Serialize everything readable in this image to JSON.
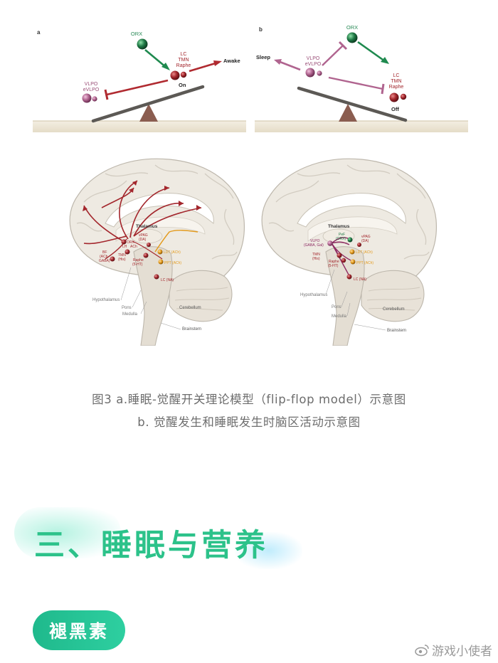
{
  "figure_a": {
    "label": "a",
    "orx": "ORX",
    "lc": "LC",
    "tmn": "TMN",
    "raphe": "Raphe",
    "awake": "Awake",
    "state": "On",
    "vlpo": "VLPO",
    "evlpo": "eVLPO"
  },
  "figure_b": {
    "label": "b",
    "orx": "ORX",
    "sleep": "Sleep",
    "vlpo": "VLPO",
    "evlpo": "eVLPO",
    "lc": "LC",
    "tmn": "TMN",
    "raphe": "Raphe",
    "state": "Off"
  },
  "brain_left": {
    "thalamus": "Thalamus",
    "vpag": "vPAG",
    "vpag_da": "(DA)",
    "orx": "ORX",
    "orx_lh": "LH",
    "orx_ach": "ACh",
    "bf": "BF",
    "bf_ach": "(ACh",
    "bf_gaba": "GABA)",
    "tmn": "TMN",
    "tmn_his": "(His)",
    "ldt": "LDT (ACh)",
    "raphe": "Raphe",
    "raphe_5ht": "(5-HT)",
    "ppt": "PPT (ACh)",
    "lc": "LC (NA)",
    "hypothalamus": "Hypothalamus",
    "pons": "Pons",
    "medulla": "Medulla",
    "cerebellum": "Cerebellum",
    "brainstem": "Brainstem"
  },
  "brain_right": {
    "thalamus": "Thalamus",
    "vlpo": "VLPO",
    "vlpo_gaba": "(GABA, Gal)",
    "pef": "PeF",
    "pef_orx": "(ORX)",
    "vpag": "vPAG",
    "vpag_da": "(DA)",
    "tmn": "TMN",
    "tmn_his": "(His)",
    "ldt": "LDT (ACh)",
    "raphe": "Raphe",
    "raphe_5ht": "(5-HT)",
    "ppt": "PPT (ACh)",
    "lc": "LC (NA)",
    "hypothalamus": "Hypothalamus",
    "pons": "Pons",
    "medulla": "Medulla",
    "cerebellum": "Cerebellum",
    "brainstem": "Brainstem"
  },
  "caption": {
    "line1": "图3   a.睡眠-觉醒开关理论模型（flip-flop model）示意图",
    "line2": "b. 觉醒发生和睡眠发生时脑区活动示意图"
  },
  "section": {
    "heading": "三、睡眠与营养",
    "subheading": "褪黑素"
  },
  "watermark": {
    "text": "游戏小使者"
  },
  "colors": {
    "accent": "#2cc28a",
    "pill": "#1fb98c",
    "neuron_red": "#a3262c",
    "neuron_green": "#1f7a46",
    "neuron_pink": "#b0648f",
    "neuron_orange": "#e39a1c"
  }
}
